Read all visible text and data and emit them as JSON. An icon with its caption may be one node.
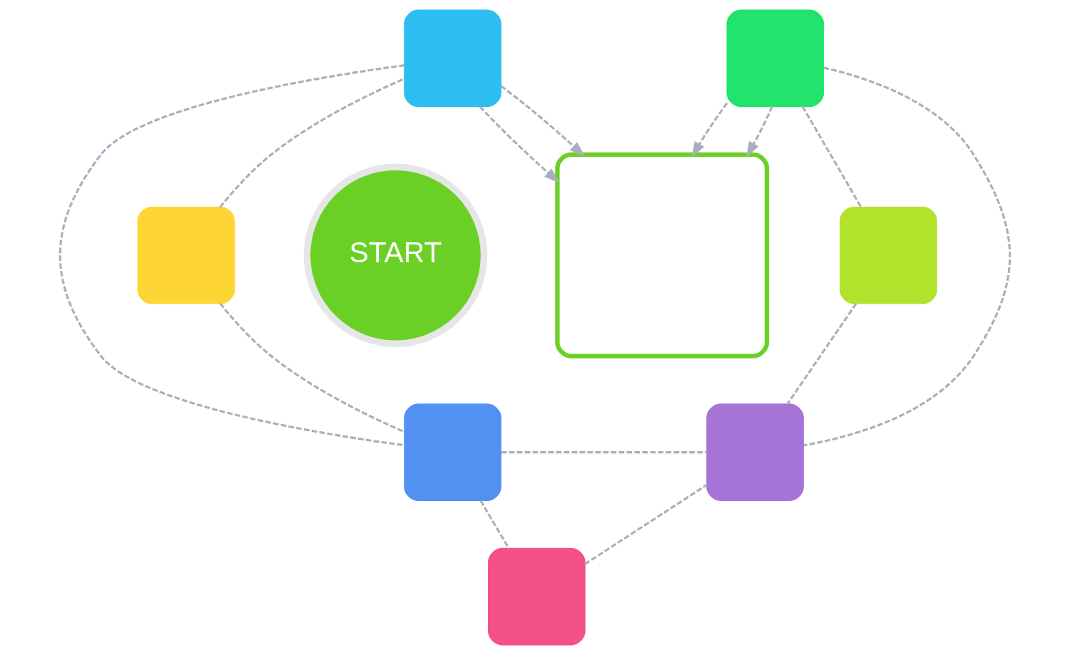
{
  "diagram": {
    "nodes": [
      {
        "text": [],
        "shape": "box"
      },
      {
        "text": [],
        "shape": "box"
      },
      {
        "text": [],
        "shape": "box"
      },
      {
        "text": [],
        "shape": "box"
      },
      {
        "text": [],
        "shape": "box"
      },
      {
        "text": [
          "START"
        ]
      },
      {
        "text": [],
        "shape": "box"
      },
      {
        "text": [],
        "shape": "box"
      },
      {
        "text": [],
        "shape": "box"
      }
    ],
    "edges": [
      {
        "from": 1,
        "to": 0,
        "arrow": "to",
        "style": "dashed"
      },
      {
        "from": 1,
        "to": 0,
        "arrow": "to",
        "style": "dashed"
      },
      {
        "from": 2,
        "to": 0,
        "arrow": "to",
        "style": "dashed"
      },
      {
        "from": 2,
        "to": 0,
        "arrow": "to",
        "style": "dashed"
      },
      {
        "from": 3,
        "to": 1,
        "arrow": "none",
        "style": "dashed"
      },
      {
        "from": 1,
        "to": 6,
        "arrow": "none",
        "style": "dashed"
      },
      {
        "from": 3,
        "to": 6,
        "arrow": "none",
        "style": "dashed"
      },
      {
        "from": 2,
        "to": 4,
        "arrow": "none",
        "style": "dashed"
      },
      {
        "from": 2,
        "to": 7,
        "arrow": "none",
        "style": "dashed"
      },
      {
        "from": 4,
        "to": 7,
        "arrow": "none",
        "style": "dashed"
      },
      {
        "from": 6,
        "to": 7,
        "arrow": "none",
        "style": "dashed"
      },
      {
        "from": 6,
        "to": 8,
        "arrow": "none",
        "style": "dashed"
      },
      {
        "from": 8,
        "to": 7,
        "arrow": "none",
        "style": "dashed"
      }
    ]
  }
}
